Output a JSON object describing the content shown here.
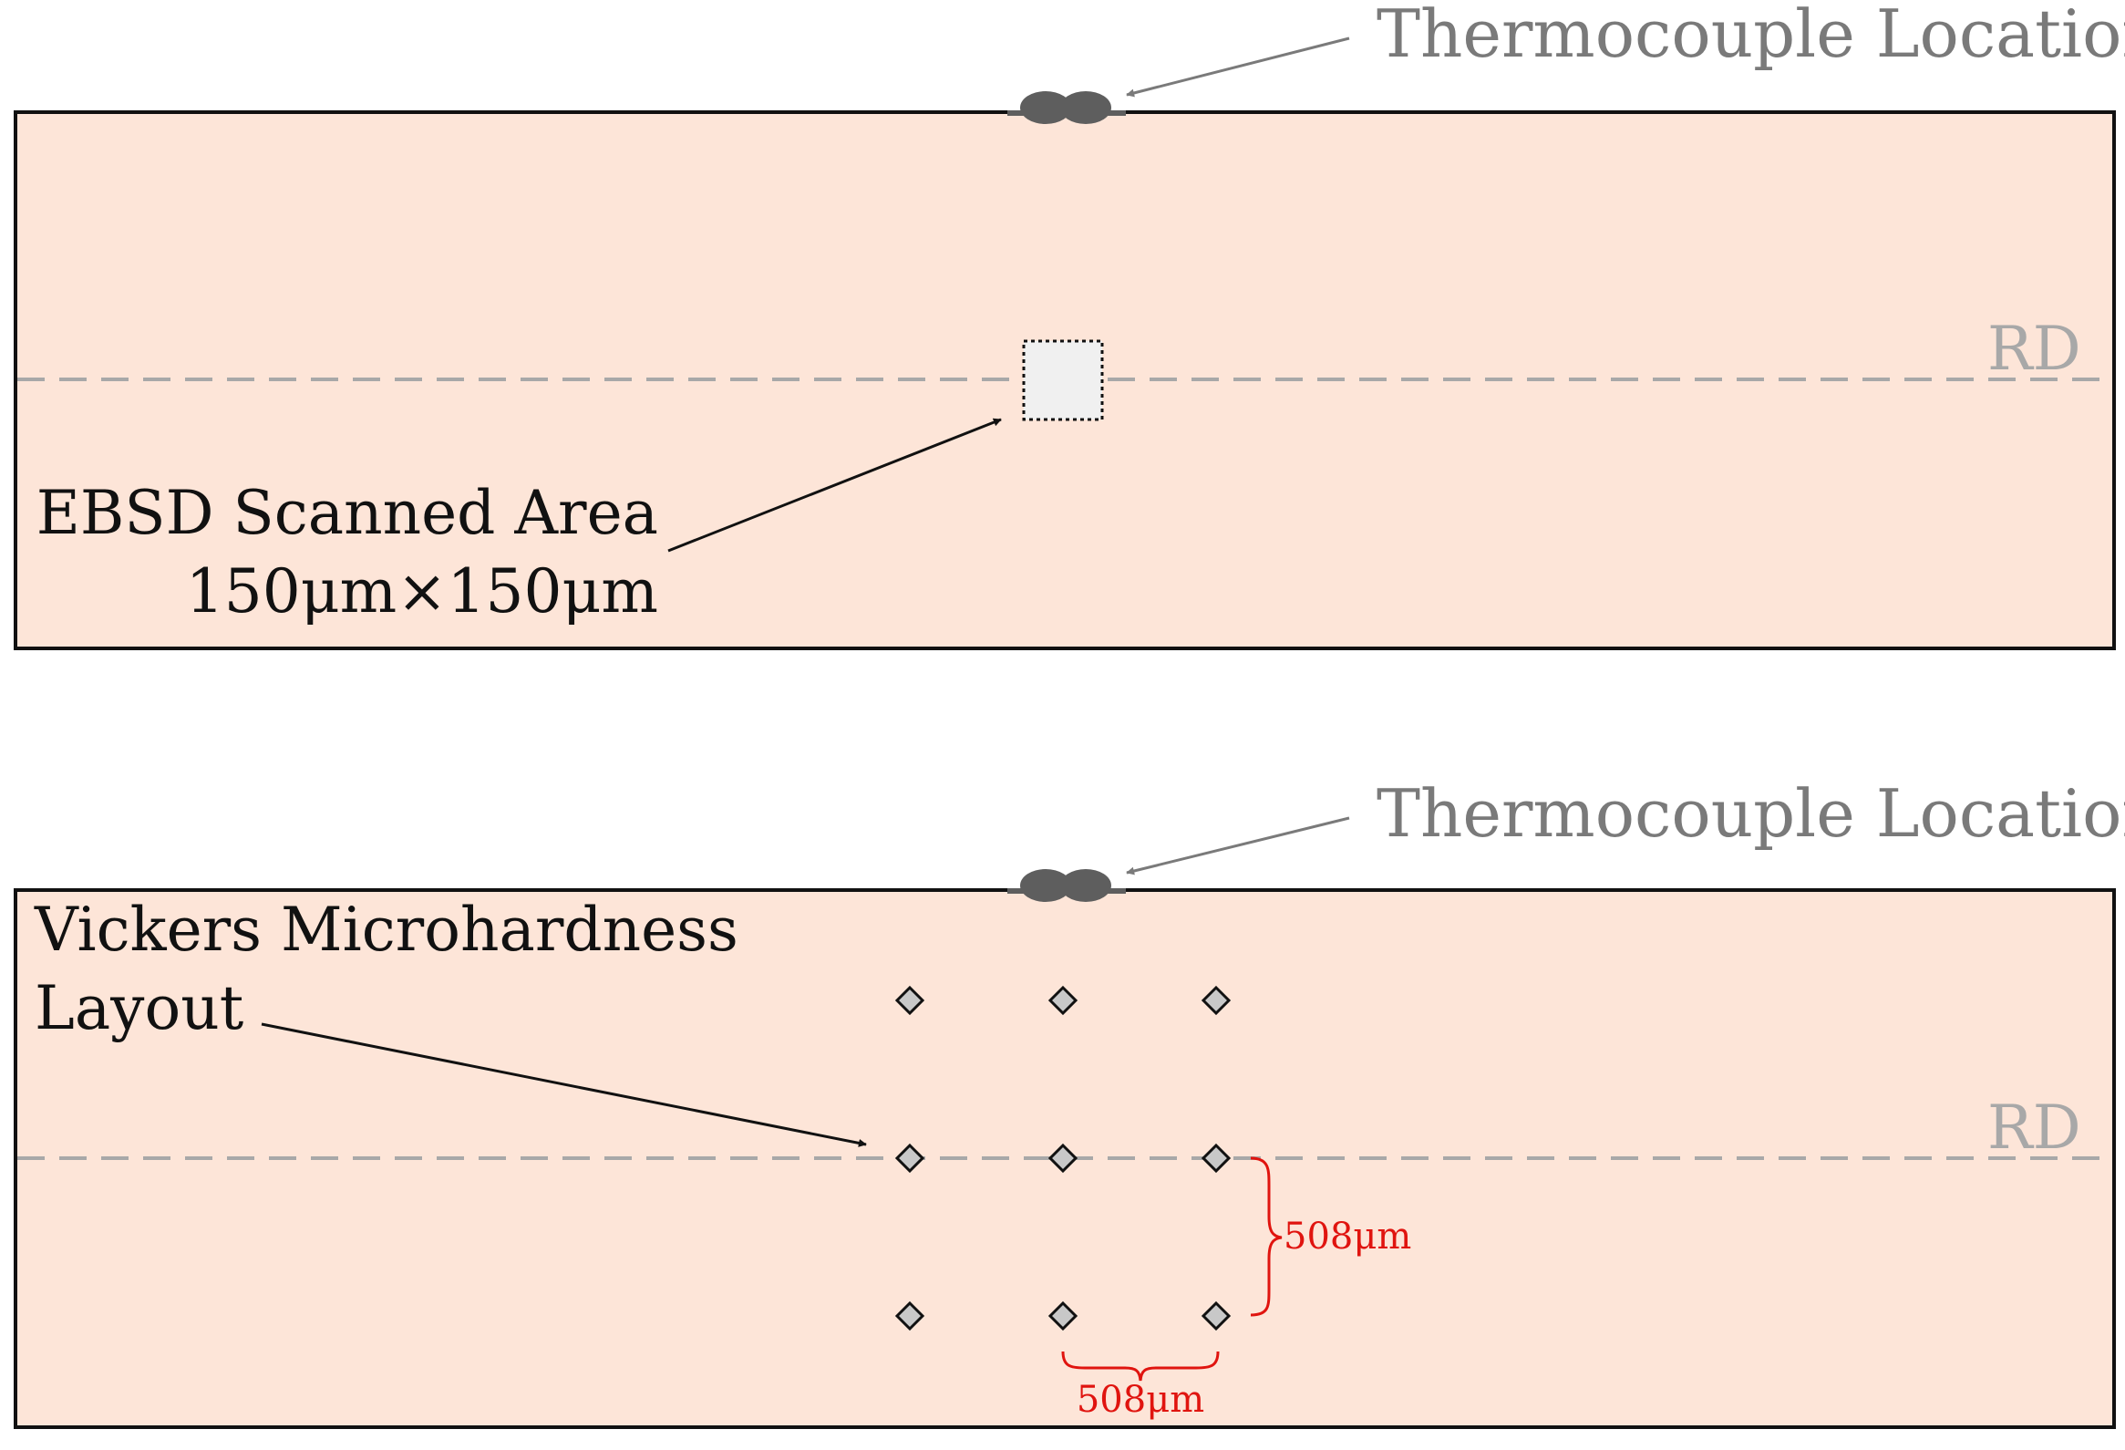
{
  "panel_top": {
    "thermocouple_label": "Thermocouple Location",
    "rd_label": "RD",
    "ebsd_label_line1": "EBSD Scanned Area",
    "ebsd_label_line2": "150μm×150μm"
  },
  "panel_bottom": {
    "thermocouple_label": "Thermocouple Location",
    "rd_label": "RD",
    "vickers_label_line1": "Vickers Microhardness",
    "vickers_label_line2": "Layout",
    "spacing_vertical_label": "508μm",
    "spacing_horizontal_label": "508μm",
    "indent_grid": {
      "rows": 3,
      "cols": 3
    }
  },
  "colors": {
    "specimen_fill": "#fde5d8",
    "outline": "#111111",
    "gray_text": "#7a7a7a",
    "dashed_line": "#a8a8a8",
    "thermocouple": "#5e5e5e",
    "ebsd_fill": "#f0f0f0",
    "indent_fill": "#c8c8c8",
    "dimension_red": "#e0140f"
  }
}
